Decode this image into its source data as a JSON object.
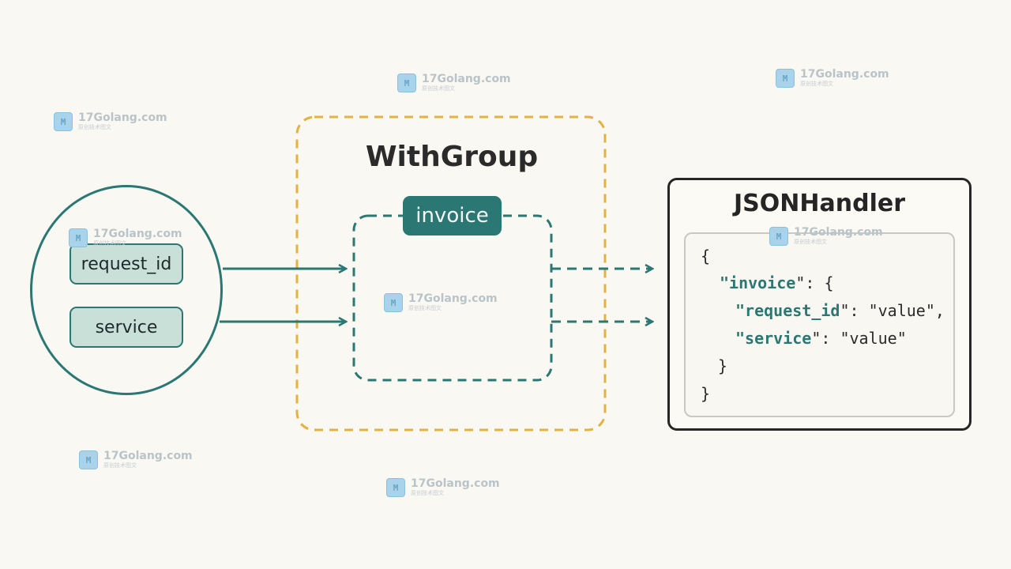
{
  "input_attrs": [
    {
      "label": "request_id"
    },
    {
      "label": "service"
    }
  ],
  "withgroup": {
    "title": "WithGroup",
    "group_name": "invoice"
  },
  "handler": {
    "title": "JSONHandler",
    "code_lines": [
      {
        "prefix": "{",
        "key": "",
        "suffix": ""
      },
      {
        "prefix": "\"",
        "key": "invoice",
        "suffix": "\": {"
      },
      {
        "prefix": "\"",
        "key": "request_id",
        "suffix": "\": \"value\","
      },
      {
        "prefix": "\"",
        "key": "service",
        "suffix": "\": \"value\""
      },
      {
        "prefix": "}",
        "key": "",
        "suffix": ""
      },
      {
        "prefix": "}",
        "key": "",
        "suffix": ""
      }
    ]
  },
  "watermark": {
    "site": "17Golang.com",
    "tagline": "原创技术图文"
  },
  "colors": {
    "teal": "#2a7773",
    "teal_light": "#c9e0d8",
    "gold_dashed": "#e3b242",
    "dark_border": "#262626",
    "background": "#faf8f2"
  }
}
